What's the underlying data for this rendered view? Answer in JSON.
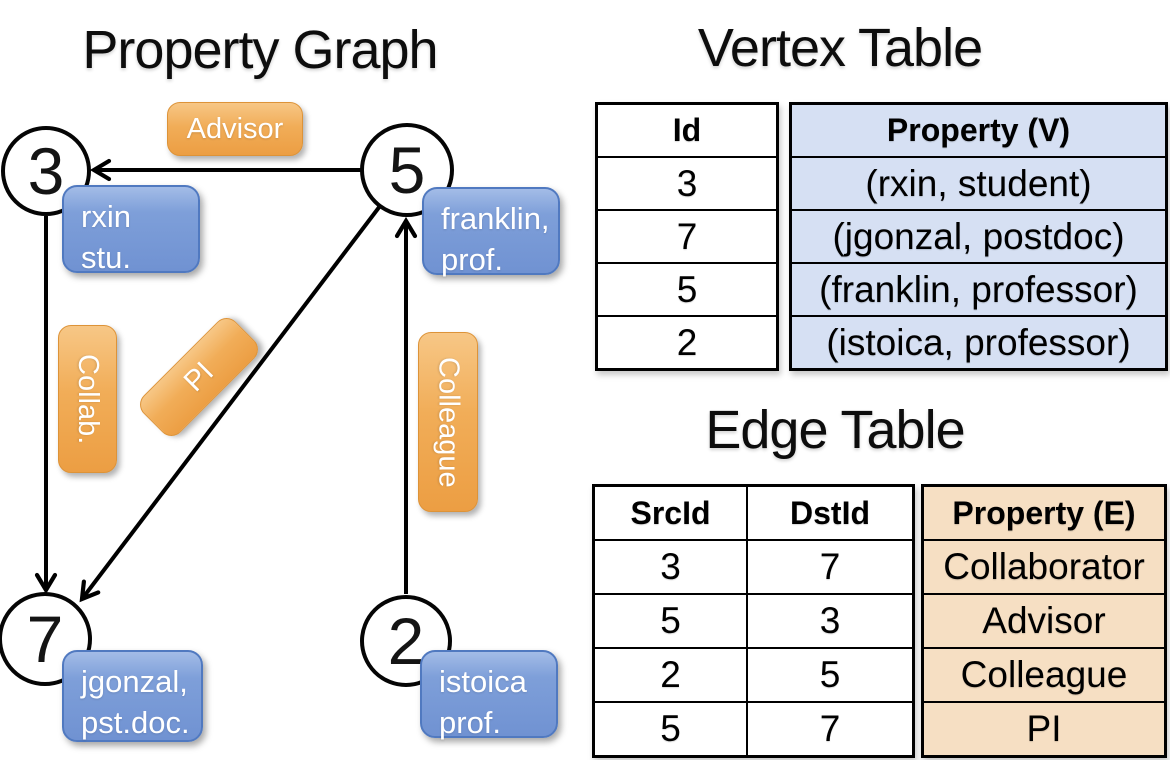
{
  "colors": {
    "edge_label_orange_top": "#f7c786",
    "edge_label_orange_bottom": "#ec9e43",
    "node_box_blue_top": "#a3bce7",
    "node_box_blue_bottom": "#7092d2",
    "node_box_border": "#5079c0",
    "vertex_property_bg": "#d6e0f3",
    "edge_property_bg": "#f6dfc3",
    "line_color": "#000000",
    "label_text": "#ffffff"
  },
  "graph": {
    "title": "Property Graph",
    "nodes": [
      {
        "id": "3",
        "property": [
          "rxin",
          "stu."
        ]
      },
      {
        "id": "5",
        "property": [
          "franklin,",
          "prof."
        ]
      },
      {
        "id": "7",
        "property": [
          "jgonzal,",
          "pst.doc."
        ]
      },
      {
        "id": "2",
        "property": [
          "istoica",
          "prof."
        ]
      }
    ],
    "edges": [
      {
        "label": "Advisor",
        "from": "5",
        "to": "3"
      },
      {
        "label": "Collab.",
        "from": "3",
        "to": "7"
      },
      {
        "label": "PI",
        "from": "5",
        "to": "7"
      },
      {
        "label": "Colleague",
        "from": "2",
        "to": "5"
      }
    ]
  },
  "vertex_table": {
    "title": "Vertex Table",
    "headers": {
      "id": "Id",
      "property": "Property (V)"
    },
    "rows": [
      {
        "id": "3",
        "property": "(rxin, student)"
      },
      {
        "id": "7",
        "property": "(jgonzal, postdoc)"
      },
      {
        "id": "5",
        "property": "(franklin, professor)"
      },
      {
        "id": "2",
        "property": "(istoica, professor)"
      }
    ]
  },
  "edge_table": {
    "title": "Edge Table",
    "headers": {
      "src": "SrcId",
      "dst": "DstId",
      "property": "Property (E)"
    },
    "rows": [
      {
        "src": "3",
        "dst": "7",
        "property": "Collaborator"
      },
      {
        "src": "5",
        "dst": "3",
        "property": "Advisor"
      },
      {
        "src": "2",
        "dst": "5",
        "property": "Colleague"
      },
      {
        "src": "5",
        "dst": "7",
        "property": "PI"
      }
    ]
  }
}
